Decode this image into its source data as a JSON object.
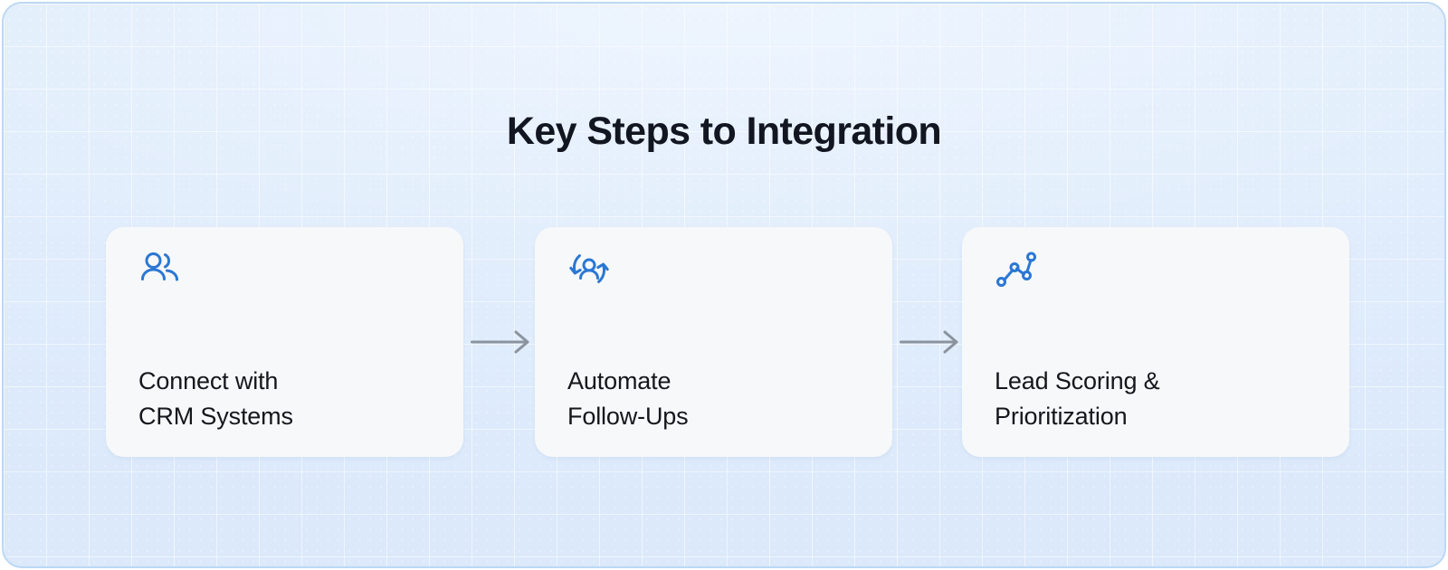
{
  "panel": {
    "background_color": "#e3eefc",
    "border_color": "#bcd8f5"
  },
  "header": {
    "title": "Key Steps to Integration",
    "title_color": "#121621"
  },
  "theme": {
    "icon_color": "#2a77d4",
    "card_background": "#f7f8f9",
    "arrow_color": "#8b949e",
    "label_color": "#14171c"
  },
  "steps": [
    {
      "index": "1",
      "icon": "users-icon",
      "label": "Connect with\nCRM Systems"
    },
    {
      "index": "2",
      "icon": "user-sync-icon",
      "label": "Automate\nFollow-Ups"
    },
    {
      "index": "3",
      "icon": "line-chart-nodes-icon",
      "label": "Lead Scoring &\nPrioritization"
    }
  ],
  "connectors": [
    {
      "name": "arrow-step1-to-step2",
      "icon": "arrow-right-icon"
    },
    {
      "name": "arrow-step2-to-step3",
      "icon": "arrow-right-icon"
    }
  ]
}
